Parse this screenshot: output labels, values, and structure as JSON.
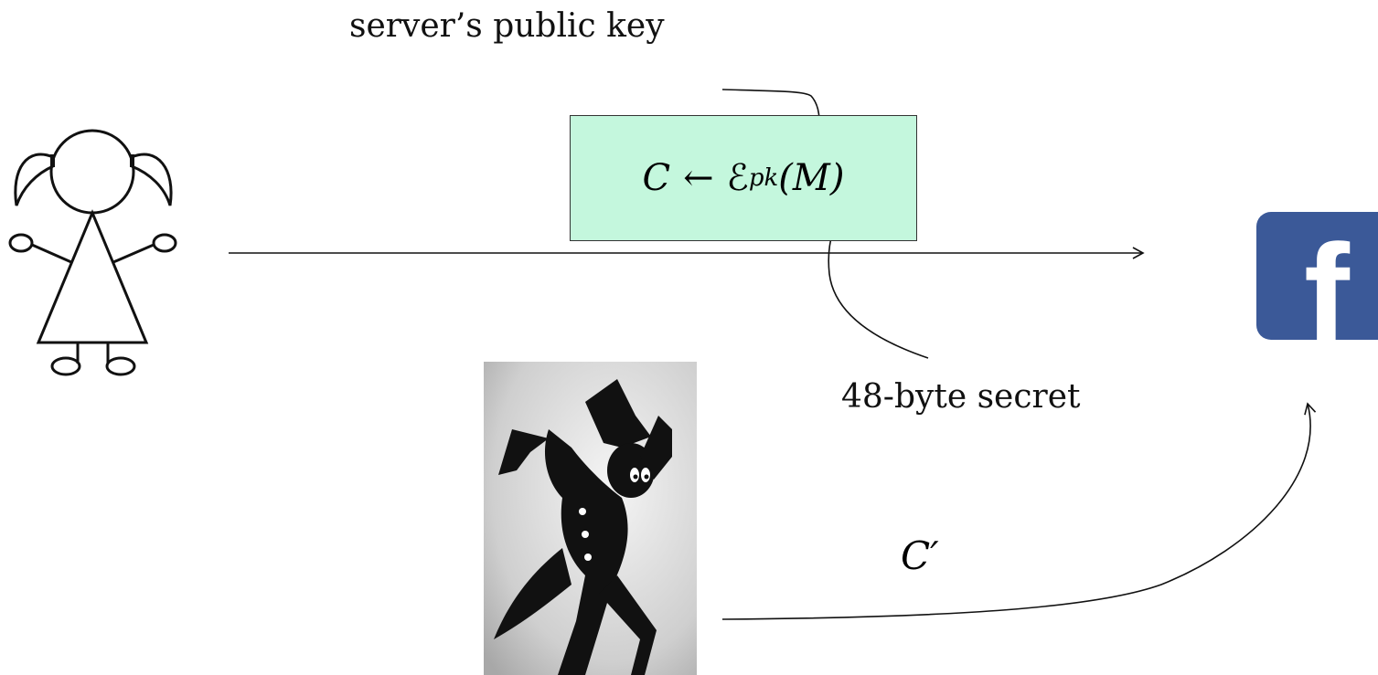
{
  "labels": {
    "public_key": "server’s public key",
    "secret": "48-byte secret",
    "formula_c": "C",
    "formula_arrow": "←",
    "formula_e": "ℰ",
    "formula_sub": "pk",
    "formula_m": "(M)",
    "c_prime": "C′",
    "fb_letter": "f"
  },
  "colors": {
    "formula_box": "#c4f7dd",
    "facebook": "#3b5998",
    "line": "#111111"
  },
  "icons": [
    "girl-stick-figure-icon",
    "eavesdropper-silhouette-icon",
    "facebook-logo-icon"
  ]
}
